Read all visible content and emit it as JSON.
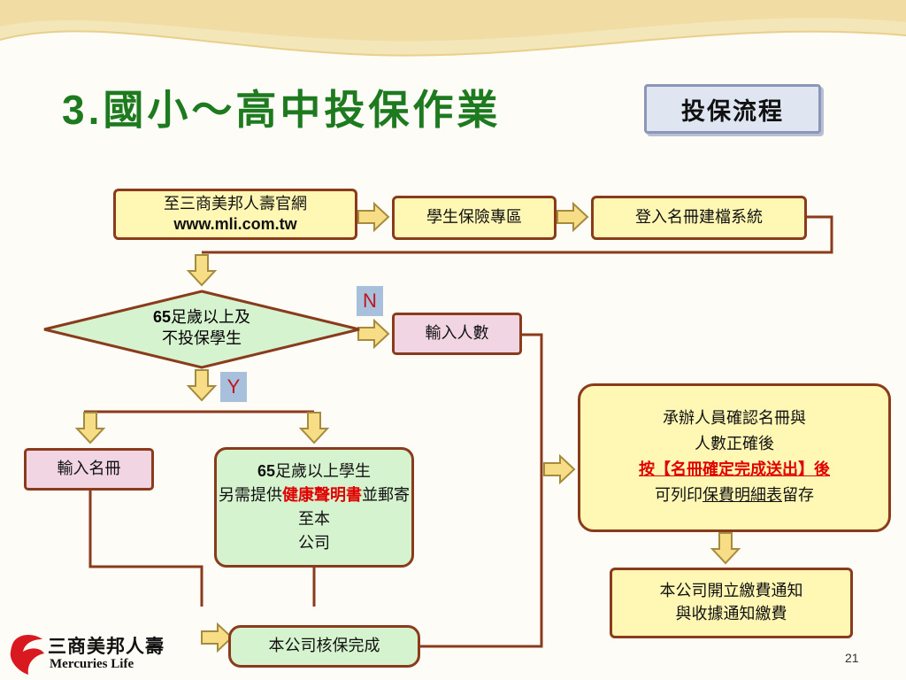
{
  "header": {
    "title_number": "3.",
    "title_text": "國小～高中投保作業",
    "tag": "投保流程"
  },
  "flow": {
    "step_site_line1": "至三商美邦人壽官網",
    "step_site_line2": "www.mli.com.tw",
    "step_zone": "學生保險專區",
    "step_login": "登入名冊建檔系統",
    "decision_line1": "65",
    "decision_line1b": "足歲以上及",
    "decision_line2": "不投保學生",
    "label_no": "N",
    "label_yes": "Y",
    "step_enter_count": "輸入人數",
    "step_enter_roster": "輸入名冊",
    "step_over65_num": "65",
    "step_over65_a": "足歲以上學生",
    "step_over65_b": "另需提供",
    "step_over65_red": "健康聲明書",
    "step_over65_c": "並郵寄至本",
    "step_over65_d": "公司",
    "step_underwrite": "本公司核保完成",
    "confirm_line1": "承辦人員確認名冊與",
    "confirm_line2": "人數正確後",
    "confirm_press": "按",
    "confirm_button": "【名冊確定完成送出】",
    "confirm_after": "後",
    "confirm_print": "可列印",
    "confirm_sheet": "保費明細表",
    "confirm_keep": "留存",
    "notice_line1": "本公司開立繳費通知",
    "notice_line2": "與收據通知繳費"
  },
  "footer": {
    "logo_cn": "三商美邦人壽",
    "logo_en": "Mercuries Life",
    "page_number": "21"
  },
  "colors": {
    "title": "#1e7a1e",
    "border": "#8a3b1c",
    "yellow": "#fff7b3",
    "pink": "#f1d5e2",
    "green": "#d6f3cf",
    "highlight": "#e00000"
  }
}
